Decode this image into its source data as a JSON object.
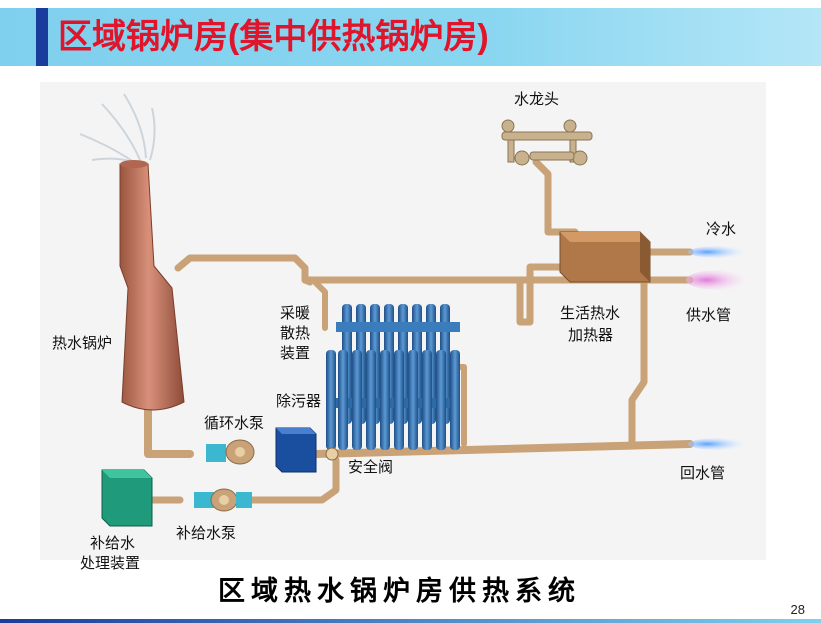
{
  "slide": {
    "title": "区域锅炉房(集中供热锅炉房)",
    "page_number": "28"
  },
  "diagram": {
    "caption": "区域热水锅炉房供热系统",
    "labels": {
      "faucet": "水龙头",
      "cold_water": "冷水",
      "supply_pipe": "供水管",
      "heater_line1": "生活热水",
      "heater_line2": "加热器",
      "radiator_line1": "采暖",
      "radiator_line2": "散热",
      "radiator_line3": "装置",
      "boiler": "热水锅炉",
      "decontaminator": "除污器",
      "circulation_pump": "循环水泵",
      "safety_valve": "安全阀",
      "return_pipe": "回水管",
      "makeup_line1": "补给水",
      "makeup_line2": "处理装置",
      "makeup_pump": "补给水泵"
    },
    "colors": {
      "title_text": "#e0142a",
      "pipe": "#d9b58a",
      "boiler": "#c07a60",
      "radiator": "#2f6fa8",
      "treatment": "#1f9a7a",
      "decontaminator": "#1a4fa0",
      "heater": "#b07848"
    }
  }
}
